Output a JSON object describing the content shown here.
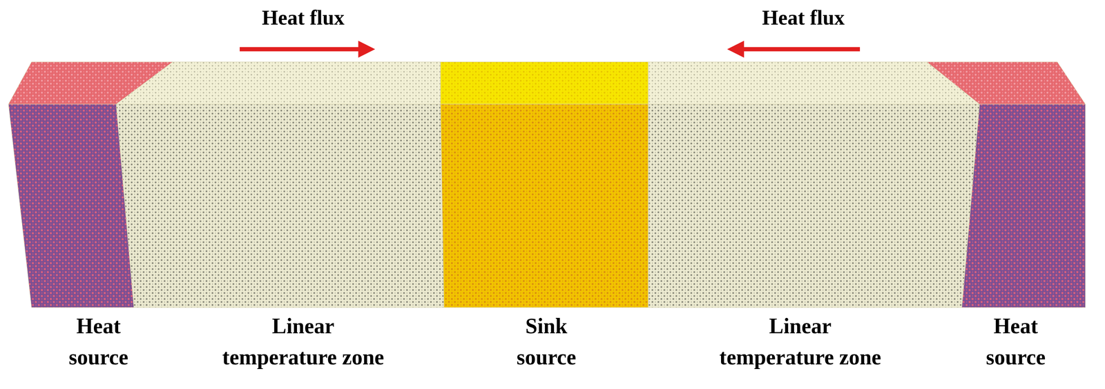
{
  "diagram": {
    "labels": [
      "Heat flux",
      "Heat flux",
      "Heat source",
      "Linear temperature zone",
      "Sink source",
      "Linear temperature zone",
      "Heat source"
    ]
  }
}
